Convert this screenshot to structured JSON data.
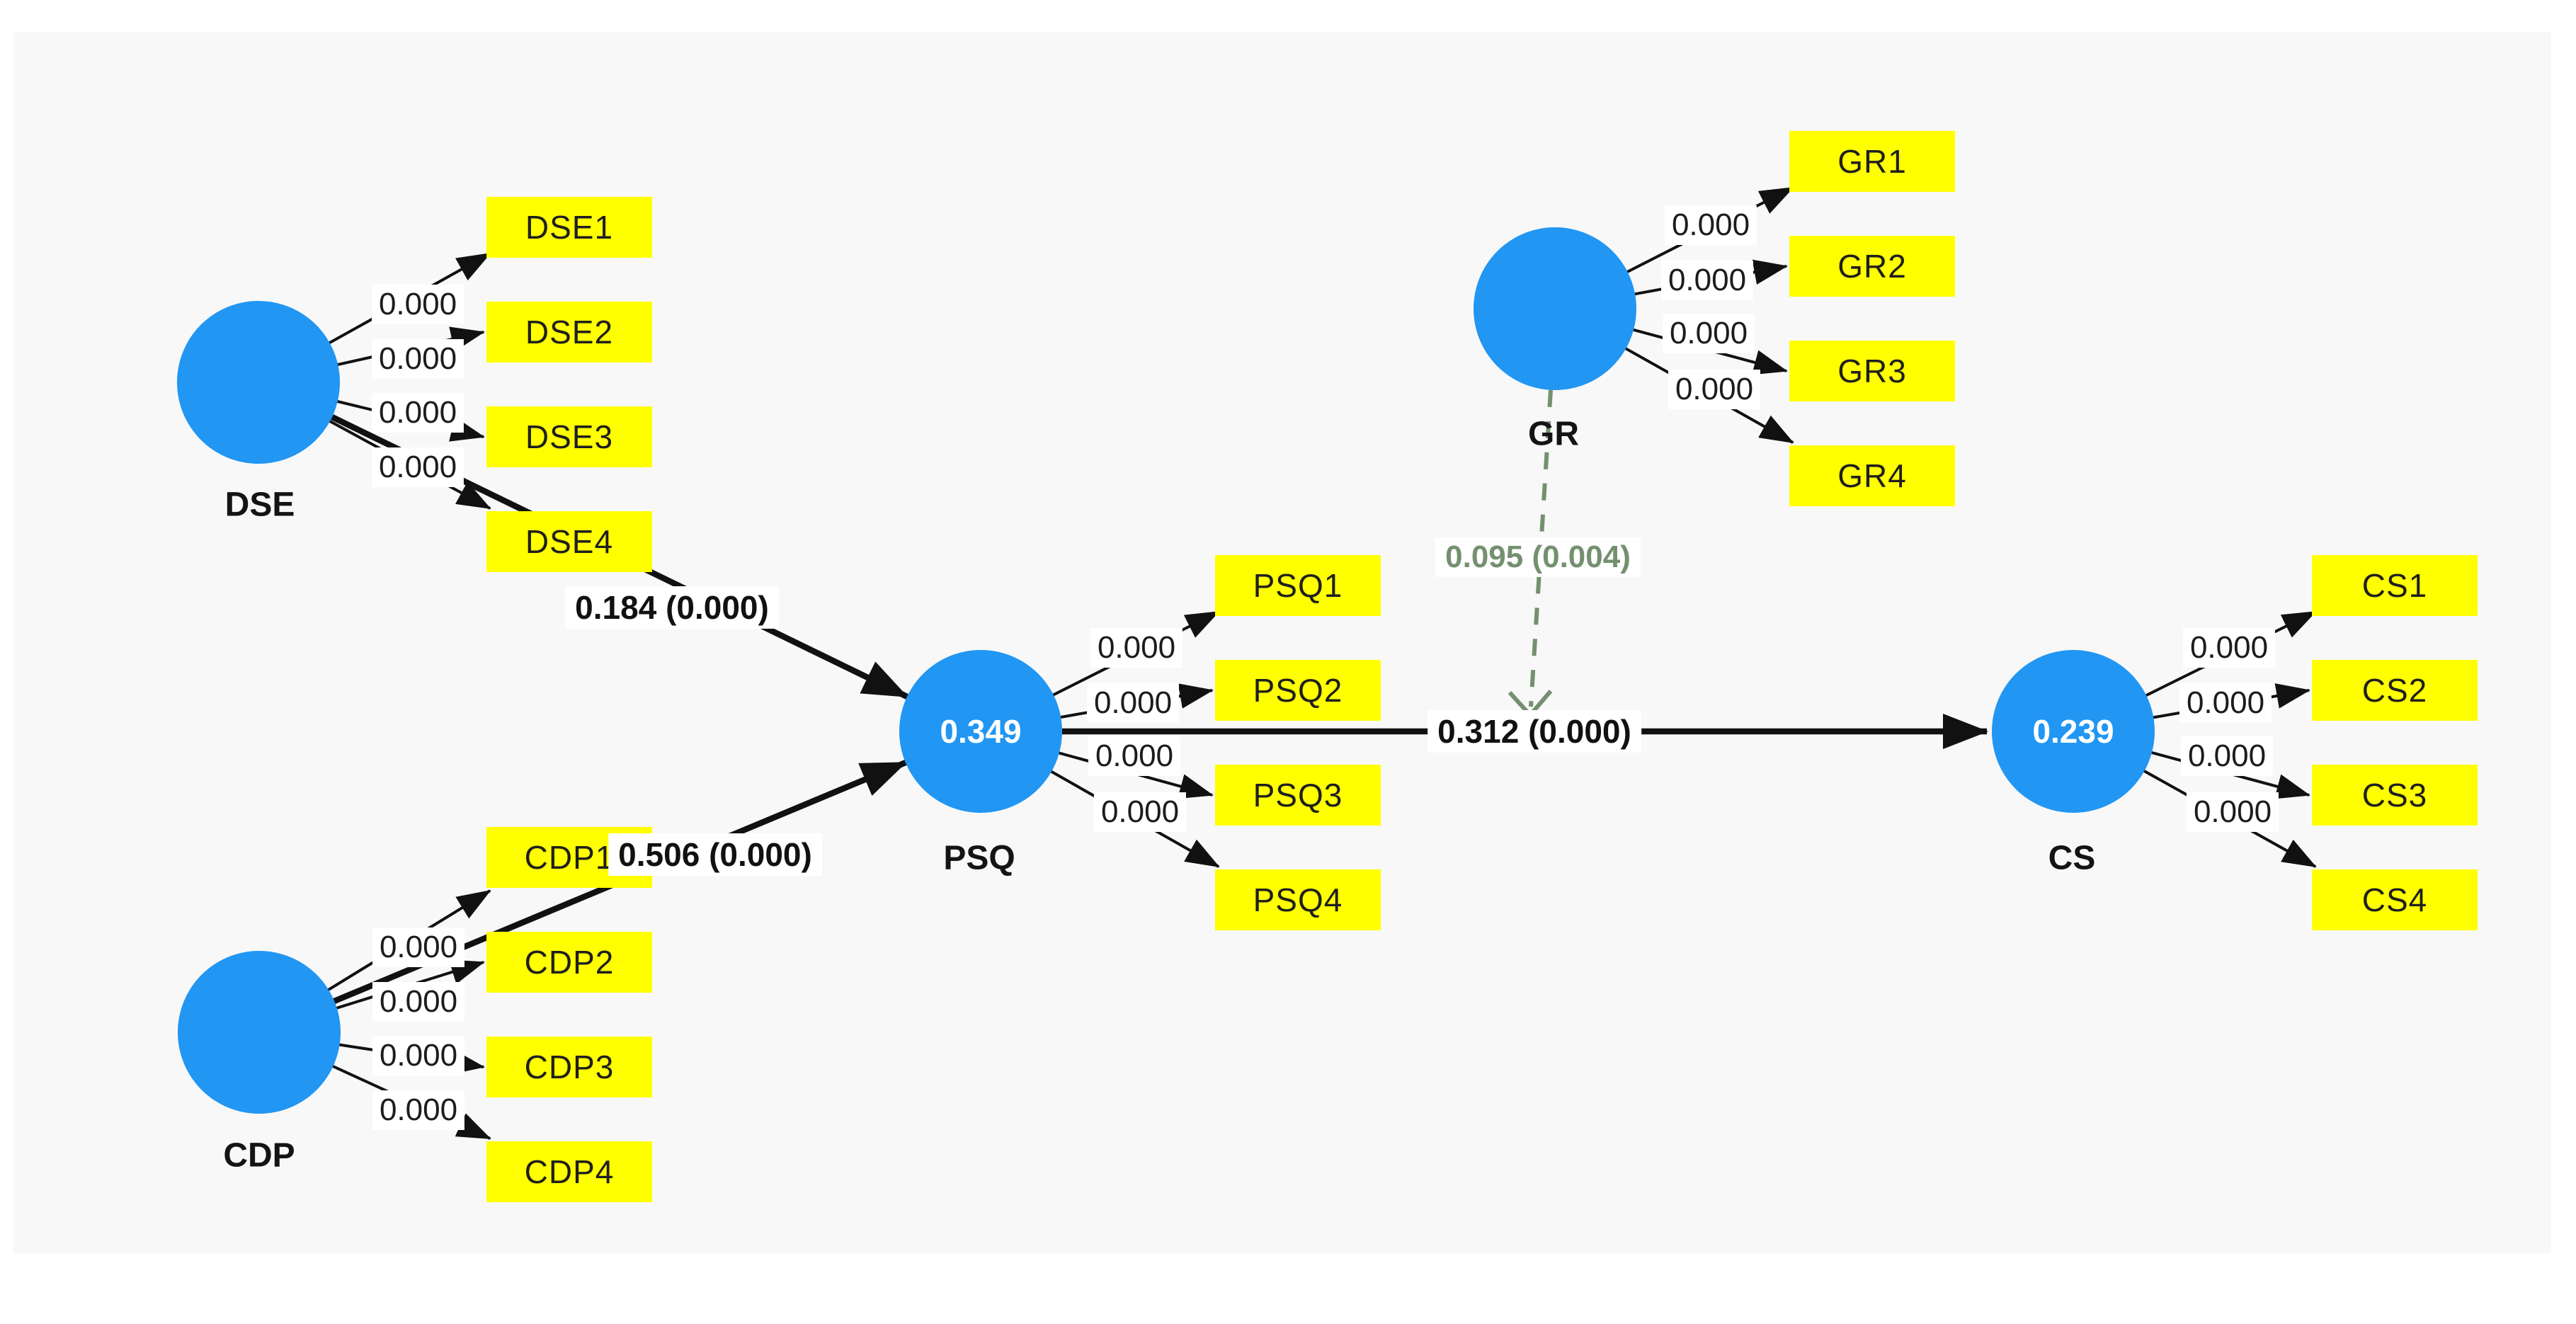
{
  "colors": {
    "construct_fill": "#2196f3",
    "indicator_fill": "#ffff00",
    "edge_color": "#111111",
    "moderation_color": "#74906f",
    "canvas_background": "#f8f8f8",
    "page_background": "#ffffff"
  },
  "constructs": [
    {
      "name": "DSE",
      "r2": "",
      "indicators": [
        {
          "label": "DSE1",
          "loading": "0.000"
        },
        {
          "label": "DSE2",
          "loading": "0.000"
        },
        {
          "label": "DSE3",
          "loading": "0.000"
        },
        {
          "label": "DSE4",
          "loading": "0.000"
        }
      ]
    },
    {
      "name": "CDP",
      "r2": "",
      "indicators": [
        {
          "label": "CDP1",
          "loading": "0.000"
        },
        {
          "label": "CDP2",
          "loading": "0.000"
        },
        {
          "label": "CDP3",
          "loading": "0.000"
        },
        {
          "label": "CDP4",
          "loading": "0.000"
        }
      ]
    },
    {
      "name": "PSQ",
      "r2": "0.349",
      "indicators": [
        {
          "label": "PSQ1",
          "loading": "0.000"
        },
        {
          "label": "PSQ2",
          "loading": "0.000"
        },
        {
          "label": "PSQ3",
          "loading": "0.000"
        },
        {
          "label": "PSQ4",
          "loading": "0.000"
        }
      ]
    },
    {
      "name": "GR",
      "r2": "",
      "indicators": [
        {
          "label": "GR1",
          "loading": "0.000"
        },
        {
          "label": "GR2",
          "loading": "0.000"
        },
        {
          "label": "GR3",
          "loading": "0.000"
        },
        {
          "label": "GR4",
          "loading": "0.000"
        }
      ]
    },
    {
      "name": "CS",
      "r2": "0.239",
      "indicators": [
        {
          "label": "CS1",
          "loading": "0.000"
        },
        {
          "label": "CS2",
          "loading": "0.000"
        },
        {
          "label": "CS3",
          "loading": "0.000"
        },
        {
          "label": "CS4",
          "loading": "0.000"
        }
      ]
    }
  ],
  "paths": [
    {
      "from": "DSE",
      "to": "PSQ",
      "coefficient": "0.184 (0.000)",
      "type": "direct"
    },
    {
      "from": "CDP",
      "to": "PSQ",
      "coefficient": "0.506 (0.000)",
      "type": "direct"
    },
    {
      "from": "PSQ",
      "to": "CS",
      "coefficient": "0.312 (0.000)",
      "type": "direct"
    },
    {
      "from": "GR",
      "to": "PSQ-CS path",
      "coefficient": "0.095 (0.004)",
      "type": "moderation"
    }
  ]
}
